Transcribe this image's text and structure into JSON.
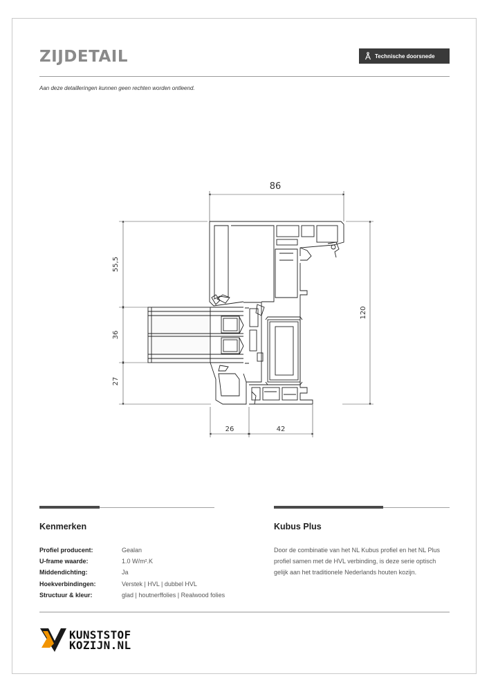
{
  "header": {
    "title": "ZIJDETAIL",
    "badge_label": "Technische doorsnede",
    "badge_icon": "compass-icon",
    "disclaimer": "Aan deze detailleringen kunnen geen rechten worden ontleend."
  },
  "drawing": {
    "dimensions": {
      "total_width": "86",
      "top_height": "55,5",
      "glass_height": "36",
      "bottom_height": "27",
      "total_height": "120",
      "bottom_left_width": "26",
      "bottom_right_width": "42"
    }
  },
  "kenmerken": {
    "heading": "Kenmerken",
    "rows": [
      {
        "label": "Profiel producent:",
        "value": "Gealan"
      },
      {
        "label": "U-frame waarde:",
        "value": "1.0 W/m².K"
      },
      {
        "label": "Middendichting:",
        "value": "Ja"
      },
      {
        "label": "Hoekverbindingen:",
        "value": "Verstek | HVL | dubbel HVL"
      },
      {
        "label": "Structuur & kleur:",
        "value": "glad | houtnerffolies | Realwood folies"
      }
    ]
  },
  "product": {
    "heading": "Kubus Plus",
    "description": "Door de combinatie van het NL Kubus profiel en het NL Plus profiel samen met de HVL verbinding, is deze serie optisch gelijk aan het traditionele Nederlands houten kozijn."
  },
  "logo": {
    "line1": "KUNSTSTOF",
    "line2": "KOZIJN.NL",
    "accent_color": "#f29400"
  }
}
